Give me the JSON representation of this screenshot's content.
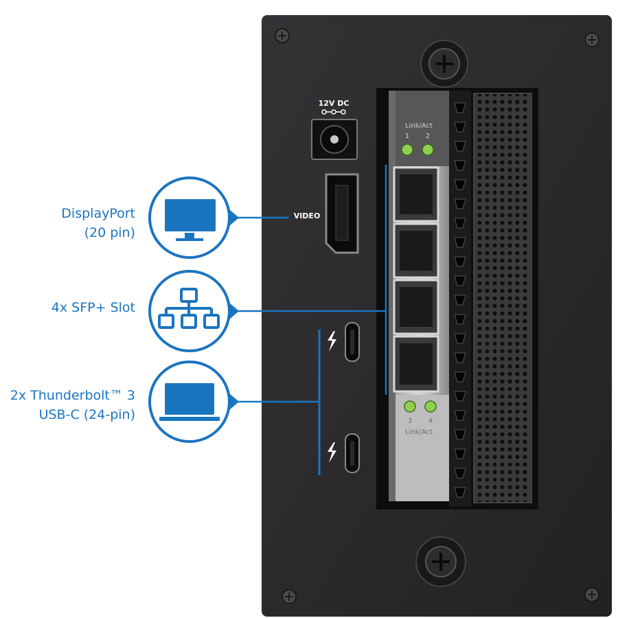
{
  "panel": {
    "power_label": "12V DC",
    "video_label": "VIDEO",
    "led_top_label": "Link/Act",
    "led_top_numbers": [
      "1",
      "2"
    ],
    "led_bottom_label": "Link/Act",
    "led_bottom_numbers": [
      "3",
      "4"
    ]
  },
  "callouts": [
    {
      "id": "displayport",
      "icon": "monitor-icon",
      "lines": [
        "DisplayPort",
        "(20 pin)"
      ]
    },
    {
      "id": "sfp",
      "icon": "network-hierarchy-icon",
      "lines": [
        "4x SFP+ Slot"
      ]
    },
    {
      "id": "thunderbolt",
      "icon": "laptop-icon",
      "lines": [
        "2x Thunderbolt™ 3",
        "USB-C (24-pin)"
      ]
    }
  ],
  "colors": {
    "accent": "#1a75c0",
    "panel": "#2b2b2d",
    "led": "#8fd14f"
  }
}
